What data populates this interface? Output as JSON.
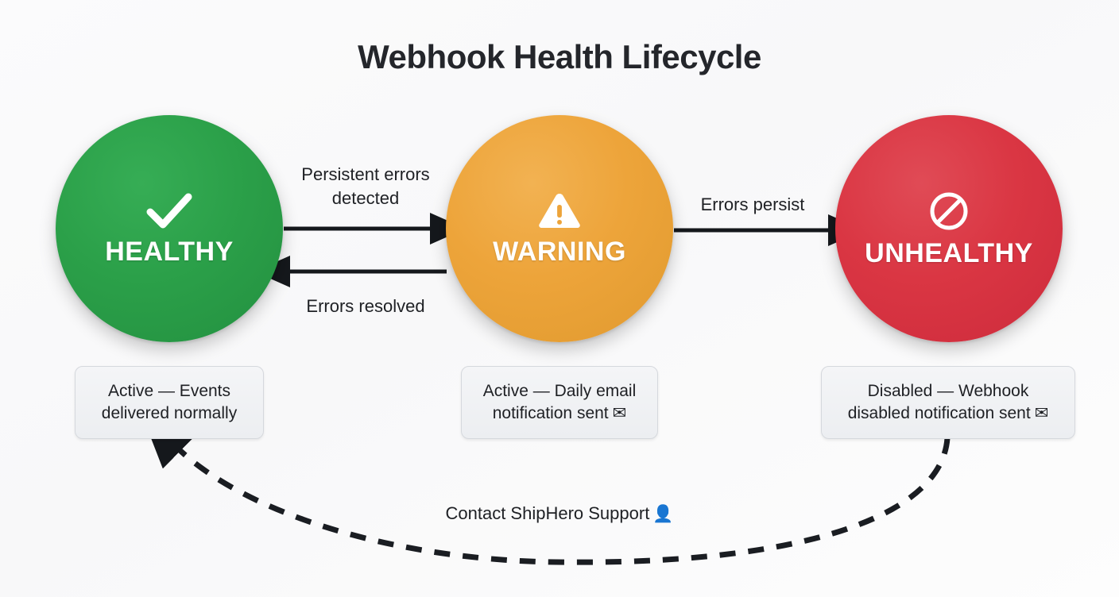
{
  "title": "Webhook Health Lifecycle",
  "colors": {
    "healthy": "#2ba049",
    "warning": "#eda43a",
    "unhealthy": "#da3643",
    "edge": "#15181c",
    "text": "#1e2024",
    "box_bg": "#eff1f3",
    "box_border": "#d5d8dd",
    "background": "#fafafa"
  },
  "nodes": [
    {
      "id": "healthy",
      "label": "HEALTHY",
      "icon": "check-icon",
      "color": "#2ba049"
    },
    {
      "id": "warning",
      "label": "WARNING",
      "icon": "warning-triangle-icon",
      "color": "#eda43a"
    },
    {
      "id": "unhealthy",
      "label": "UNHEALTHY",
      "icon": "ban-icon",
      "color": "#da3643"
    }
  ],
  "edges": [
    {
      "id": "healthy-to-warning",
      "from": "healthy",
      "to": "warning",
      "label_line1": "Persistent errors",
      "label_line2": "detected",
      "style": "solid"
    },
    {
      "id": "warning-to-healthy",
      "from": "warning",
      "to": "healthy",
      "label_line1": "Errors resolved",
      "label_line2": "",
      "style": "solid"
    },
    {
      "id": "warning-to-unhealthy",
      "from": "warning",
      "to": "unhealthy",
      "label_line1": "Errors persist",
      "label_line2": "",
      "style": "solid"
    },
    {
      "id": "unhealthy-to-healthy",
      "from": "unhealthy",
      "to": "healthy",
      "label_line1": "Contact ShipHero Support",
      "label_line2": "",
      "style": "dashed",
      "icon": "person-icon"
    }
  ],
  "status_boxes": [
    {
      "id": "status-healthy",
      "line1": "Active — Events",
      "line2": "delivered normally",
      "icon": ""
    },
    {
      "id": "status-warning",
      "line1": "Active — Daily email",
      "line2": "notification sent",
      "icon": "mail-icon"
    },
    {
      "id": "status-unhealthy",
      "line1": "Disabled — Webhook",
      "line2": "disabled notification sent",
      "icon": "mail-icon"
    }
  ],
  "glyphs": {
    "mail": "✉",
    "person": "👤"
  },
  "chart_data": {
    "type": "diagram",
    "subtype": "state-machine",
    "title": "Webhook Health Lifecycle",
    "states": [
      "HEALTHY",
      "WARNING",
      "UNHEALTHY"
    ],
    "transitions": [
      {
        "from": "HEALTHY",
        "to": "WARNING",
        "label": "Persistent errors detected",
        "style": "solid"
      },
      {
        "from": "WARNING",
        "to": "HEALTHY",
        "label": "Errors resolved",
        "style": "solid"
      },
      {
        "from": "WARNING",
        "to": "UNHEALTHY",
        "label": "Errors persist",
        "style": "solid"
      },
      {
        "from": "UNHEALTHY",
        "to": "HEALTHY",
        "label": "Contact ShipHero Support",
        "style": "dashed"
      }
    ],
    "state_annotations": [
      {
        "state": "HEALTHY",
        "text": "Active — Events delivered normally"
      },
      {
        "state": "WARNING",
        "text": "Active — Daily email notification sent"
      },
      {
        "state": "UNHEALTHY",
        "text": "Disabled — Webhook disabled notification sent"
      }
    ]
  }
}
